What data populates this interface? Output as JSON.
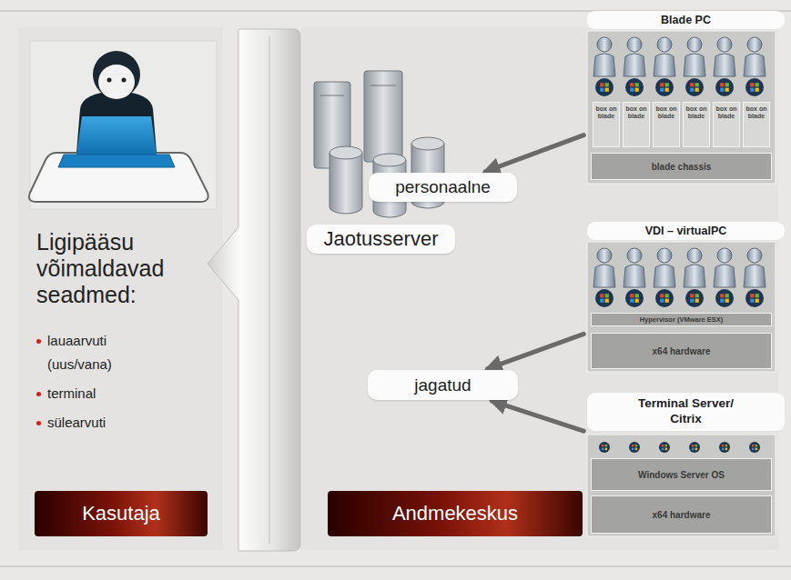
{
  "diagram": {
    "nodes": [
      {
        "text": [
          "Kasutaja"
        ]
      },
      {
        "text": [
          "Andmekeskus"
        ]
      },
      {
        "text": [
          "Jaotusserver"
        ]
      },
      {
        "text": [
          "personaalne"
        ]
      },
      {
        "text": [
          "jagatud"
        ]
      },
      {
        "text": [
          "Blade PC"
        ]
      },
      {
        "text": [
          "box on blade"
        ],
        "in": 5
      },
      {
        "text": [
          "box on blade"
        ],
        "in": 5
      },
      {
        "text": [
          "box on blade"
        ],
        "in": 5
      },
      {
        "text": [
          "box on blade"
        ],
        "in": 5
      },
      {
        "text": [
          "box on blade"
        ],
        "in": 5
      },
      {
        "text": [
          "box on blade"
        ],
        "in": 5
      },
      {
        "text": [
          "blade chassis"
        ],
        "in": 5
      },
      {
        "text": [
          "VDI – virtualPC"
        ]
      },
      {
        "text": [
          "Hypervisor (VMware ESX)"
        ],
        "in": 13
      },
      {
        "text": [
          "x64 hardware"
        ],
        "in": 13
      },
      {
        "text": [
          "Terminal Server/ Citrix"
        ]
      },
      {
        "text": [
          "Windows Server OS"
        ],
        "in": 16
      },
      {
        "text": [
          "x64 hardware"
        ],
        "in": 16
      }
    ],
    "edges": [
      {
        "from": 5,
        "to": 3,
        "arrow": "to"
      },
      {
        "from": 13,
        "to": 4,
        "arrow": "to"
      },
      {
        "from": 16,
        "to": 4,
        "arrow": "to"
      }
    ],
    "labels": [
      "Ligipääsu võimaldavad seadmed:",
      "lauaarvuti (uus/vana)",
      "terminal",
      "sülearvuti"
    ]
  }
}
